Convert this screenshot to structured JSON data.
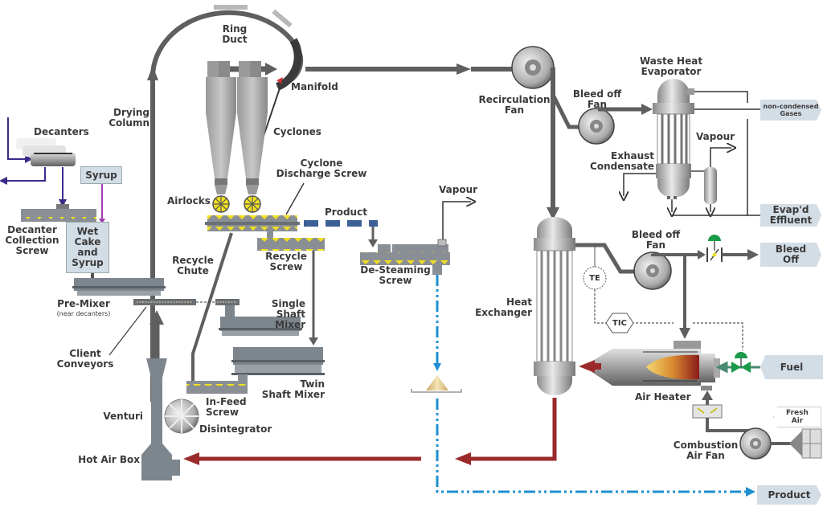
{
  "title": "Distillery Stillage Drying Process Flow",
  "labels": {
    "ring_duct": "Ring\nDuct",
    "manifold": "Manifold",
    "cyclones": "Cyclones",
    "drying_column": "Drying\nColumn",
    "decanters": "Decanters",
    "syrup": "Syrup",
    "decanter_collection_screw": "Decanter\nCollection\nScrew",
    "wet_cake_and_syrup": "Wet\nCake\nand\nSyrup",
    "pre_mixer": "Pre-Mixer",
    "pre_mixer_note": "(near decanters)",
    "client_conveyors": "Client\nConveyors",
    "recycle_chute": "Recycle\nChute",
    "airlocks": "Airlocks",
    "cyclone_discharge_screw": "Cyclone\nDischarge Screw",
    "product_conveyor": "Product",
    "recycle_screw": "Recycle\nScrew",
    "single_shaft_mixer": "Single Shaft\nMixer",
    "twin_shaft_mixer": "Twin\nShaft Mixer",
    "in_feed_screw": "In-Feed\nScrew",
    "disintegrator": "Disintegrator",
    "venturi": "Venturi",
    "hot_air_box": "Hot Air Box",
    "vapour_desteam": "Vapour",
    "de_steaming_screw": "De-Steaming\nScrew",
    "recirculation_fan": "Recirculation\nFan",
    "bleed_off_fan_top": "Bleed off\nFan",
    "waste_heat_evaporator": "Waste Heat\nEvaporator",
    "exhaust_condensate": "Exhaust\nCondensate",
    "vapour_evap": "Vapour",
    "heat_exchanger": "Heat\nExchanger",
    "bleed_off_fan_mid": "Bleed off\nFan",
    "te": "TE",
    "tic": "TIC",
    "air_heater": "Air Heater",
    "combustion_air_fan": "Combustion\nAir Fan"
  },
  "tags": {
    "non_condensed_gases": "non-condensed\nGases",
    "evapd_effluent": "Evap'd\nEffluent",
    "bleed_off": "Bleed\nOff",
    "fuel": "Fuel",
    "fresh_air": "Fresh\nAir",
    "product_out": "Product"
  },
  "colors": {
    "pipe_gray": "#5f5f5f",
    "hot_air_red": "#9b2a2a",
    "product_blue": "#1f8fd0",
    "conveyor_blue": "#3c5f95",
    "decanter_purple": "#3b2a8a",
    "syrup_magenta": "#a040b0",
    "screw_yellow": "#f0e020",
    "valve_green": "#1a9a4a",
    "tag_fill": "#d3dde6"
  }
}
